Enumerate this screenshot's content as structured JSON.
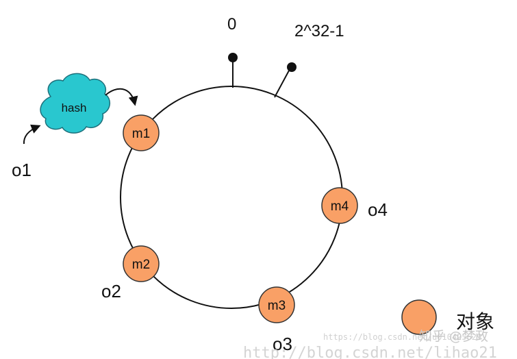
{
  "ring": {
    "top_label": "0",
    "max_label": "2^32-1"
  },
  "hash_cloud": {
    "label": "hash"
  },
  "nodes": [
    {
      "id": "m1",
      "label": "m1"
    },
    {
      "id": "m2",
      "label": "m2"
    },
    {
      "id": "m3",
      "label": "m3"
    },
    {
      "id": "m4",
      "label": "m4"
    }
  ],
  "objects": [
    {
      "id": "o1",
      "label": "o1"
    },
    {
      "id": "o2",
      "label": "o2"
    },
    {
      "id": "o3",
      "label": "o3"
    },
    {
      "id": "o4",
      "label": "o4"
    }
  ],
  "legend": {
    "label": "对象"
  },
  "watermark": {
    "site": "知乎 @梦政",
    "url": "http://blog.csdn.net/lihao21",
    "url_small": "https://blog.csdn.net/u010425629"
  },
  "colors": {
    "node_fill": "#f9a066",
    "node_stroke": "#333333",
    "cloud_fill": "#29c7cf",
    "cloud_stroke": "#1d6f7a",
    "ring_stroke": "#111111"
  }
}
